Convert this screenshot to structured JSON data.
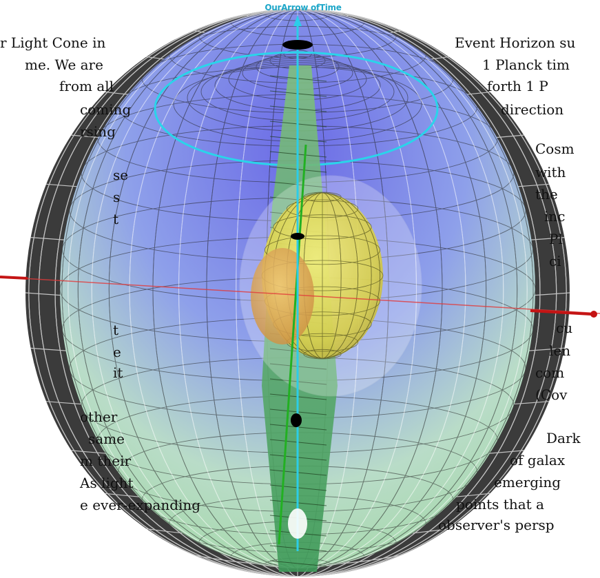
{
  "diagram": {
    "title": "OurArrow ofTime"
  },
  "left_text": [
    "r  Light  Cone  in",
    "me.  We  are",
    "from   all",
    "coming",
    "rsing",
    "se",
    "s",
    "t",
    "t",
    "e",
    "it",
    "other",
    "same",
    "m       their",
    "As          light",
    "e   ever-expanding"
  ],
  "right_text": [
    "Event Horizon su",
    "1  Planck  tim",
    "forth    1    P",
    "direction",
    "Cosm",
    "with",
    "the",
    "inc",
    "Pl",
    "ci",
    "cu",
    "len",
    "com",
    "(Cov",
    "Dark",
    "of galax",
    "emerging",
    "points  that  a",
    "observer's persp"
  ],
  "colors": {
    "outer_shell": "#3a3a3a",
    "blue_cap": "#5a5ad8",
    "green_band": "#a9dcae",
    "yellow_core": "#e8e05a",
    "time_axis": "#26c6e8",
    "red_axis": "#d81b1b",
    "green_axis": "#2aa82a"
  }
}
